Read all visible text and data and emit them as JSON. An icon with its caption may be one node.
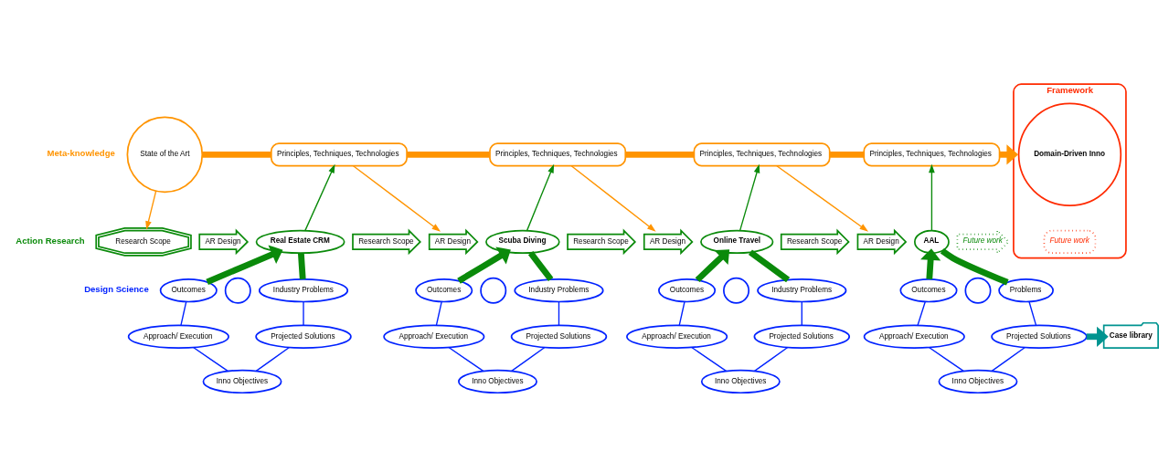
{
  "diagram": {
    "nodes": [
      {
        "text": [
          "State of the Art"
        ]
      },
      {
        "text": [
          "Principles, Techniques, Technologies"
        ]
      },
      {
        "text": [
          "Principles, Techniques, Technologies"
        ]
      },
      {
        "text": [
          "Principles, Techniques, Technologies"
        ]
      },
      {
        "text": [
          "Principles, Techniques, Technologies"
        ]
      },
      {
        "text": [
          "Framework"
        ]
      },
      {
        "text": [
          "Domain-Driven Inno"
        ],
        "in": 5
      },
      {
        "text": [
          "Future work"
        ],
        "in": 5
      },
      {
        "text": [
          "Research Scope"
        ]
      },
      {
        "text": [
          "AR Design"
        ]
      },
      {
        "text": [
          "Real Estate CRM"
        ]
      },
      {
        "text": [
          "Research Scope"
        ]
      },
      {
        "text": [
          "AR Design"
        ]
      },
      {
        "text": [
          "Scuba Diving"
        ]
      },
      {
        "text": [
          "Research Scope"
        ]
      },
      {
        "text": [
          "AR Design"
        ]
      },
      {
        "text": [
          "Online Travel"
        ]
      },
      {
        "text": [
          "Research Scope"
        ]
      },
      {
        "text": [
          "AR Design"
        ]
      },
      {
        "text": [
          "AAL"
        ]
      },
      {
        "text": [
          "Future work"
        ]
      },
      {
        "text": [],
        "shape": "circle"
      },
      {
        "text": [
          "Outcomes"
        ]
      },
      {
        "text": [
          "Industry Problems"
        ]
      },
      {
        "text": [
          "Approach/ Execution"
        ]
      },
      {
        "text": [
          "Projected Solutions"
        ]
      },
      {
        "text": [
          "Inno Objectives"
        ]
      },
      {
        "text": [],
        "shape": "circle"
      },
      {
        "text": [
          "Outcomes"
        ]
      },
      {
        "text": [
          "Industry Problems"
        ]
      },
      {
        "text": [
          "Approach/ Execution"
        ]
      },
      {
        "text": [
          "Projected Solutions"
        ]
      },
      {
        "text": [
          "Inno Objectives"
        ]
      },
      {
        "text": [],
        "shape": "circle"
      },
      {
        "text": [
          "Outcomes"
        ]
      },
      {
        "text": [
          "Industry Problems"
        ]
      },
      {
        "text": [
          "Approach/ Execution"
        ]
      },
      {
        "text": [
          "Projected Solutions"
        ]
      },
      {
        "text": [
          "Inno Objectives"
        ]
      },
      {
        "text": [],
        "shape": "circle"
      },
      {
        "text": [
          "Outcomes"
        ]
      },
      {
        "text": [
          "Problems"
        ]
      },
      {
        "text": [
          "Approach/ Execution"
        ]
      },
      {
        "text": [
          "Projected Solutions"
        ]
      },
      {
        "text": [
          "Inno Objectives"
        ]
      },
      {
        "text": [
          "Case library"
        ]
      }
    ],
    "edges": [
      {
        "from": 0,
        "to": 1,
        "arrow": "none",
        "style": "thick",
        "color": "#ff9400"
      },
      {
        "from": 1,
        "to": 2,
        "arrow": "none",
        "style": "thick",
        "color": "#ff9400"
      },
      {
        "from": 2,
        "to": 3,
        "arrow": "none",
        "style": "thick",
        "color": "#ff9400"
      },
      {
        "from": 3,
        "to": 4,
        "arrow": "none",
        "style": "thick",
        "color": "#ff9400"
      },
      {
        "from": 4,
        "to": 5,
        "arrow": "to",
        "style": "thick",
        "color": "#ff9400"
      },
      {
        "from": 0,
        "to": 8,
        "arrow": "to",
        "color": "#ff9400"
      },
      {
        "from": 1,
        "to": 12,
        "arrow": "to",
        "color": "#ff9400"
      },
      {
        "from": 2,
        "to": 15,
        "arrow": "to",
        "color": "#ff9400"
      },
      {
        "from": 3,
        "to": 18,
        "arrow": "to",
        "color": "#ff9400"
      },
      {
        "from": 10,
        "to": 1,
        "arrow": "to",
        "color": "#0a8a0a"
      },
      {
        "from": 13,
        "to": 2,
        "arrow": "to",
        "color": "#0a8a0a"
      },
      {
        "from": 16,
        "to": 3,
        "arrow": "to",
        "color": "#0a8a0a"
      },
      {
        "from": 19,
        "to": 4,
        "arrow": "to",
        "color": "#0a8a0a"
      },
      {
        "from": 22,
        "to": 10,
        "arrow": "to",
        "style": "thick",
        "color": "#0a8a0a"
      },
      {
        "from": 10,
        "to": 23,
        "arrow": "none",
        "style": "thick",
        "color": "#0a8a0a"
      },
      {
        "from": 28,
        "to": 13,
        "arrow": "to",
        "style": "thick",
        "color": "#0a8a0a"
      },
      {
        "from": 13,
        "to": 29,
        "arrow": "none",
        "style": "thick",
        "color": "#0a8a0a"
      },
      {
        "from": 34,
        "to": 16,
        "arrow": "to",
        "style": "thick",
        "color": "#0a8a0a"
      },
      {
        "from": 16,
        "to": 35,
        "arrow": "none",
        "style": "thick",
        "color": "#0a8a0a"
      },
      {
        "from": 40,
        "to": 19,
        "arrow": "to",
        "style": "thick",
        "color": "#0a8a0a"
      },
      {
        "from": 19,
        "to": 41,
        "arrow": "none",
        "style": "thick",
        "color": "#0a8a0a"
      },
      {
        "from": 22,
        "to": 24,
        "arrow": "none"
      },
      {
        "from": 24,
        "to": 26,
        "arrow": "none"
      },
      {
        "from": 26,
        "to": 25,
        "arrow": "none"
      },
      {
        "from": 25,
        "to": 23,
        "arrow": "none"
      },
      {
        "from": 28,
        "to": 30,
        "arrow": "none"
      },
      {
        "from": 30,
        "to": 32,
        "arrow": "none"
      },
      {
        "from": 32,
        "to": 31,
        "arrow": "none"
      },
      {
        "from": 31,
        "to": 29,
        "arrow": "none"
      },
      {
        "from": 34,
        "to": 36,
        "arrow": "none"
      },
      {
        "from": 36,
        "to": 38,
        "arrow": "none"
      },
      {
        "from": 38,
        "to": 37,
        "arrow": "none"
      },
      {
        "from": 37,
        "to": 35,
        "arrow": "none"
      },
      {
        "from": 40,
        "to": 42,
        "arrow": "none"
      },
      {
        "from": 42,
        "to": 44,
        "arrow": "none"
      },
      {
        "from": 44,
        "to": 43,
        "arrow": "none"
      },
      {
        "from": 43,
        "to": 41,
        "arrow": "none"
      },
      {
        "from": 43,
        "to": 45,
        "arrow": "to",
        "style": "thick",
        "color": "#009490"
      }
    ],
    "labels": [
      "Meta-knowledge",
      "Action Research",
      "Design Science"
    ]
  }
}
